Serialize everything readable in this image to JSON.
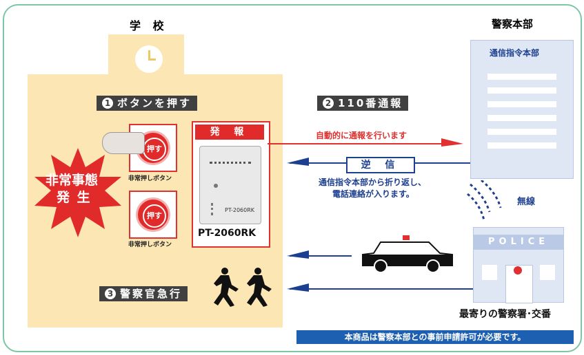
{
  "school": {
    "title": "学 校",
    "step1": "ボタンを押す",
    "step1_num": "1",
    "button_text": "押す",
    "button_label": "非常押しボタン",
    "emergency": [
      "非常事態",
      "発 生"
    ]
  },
  "device": {
    "header": "発 報",
    "panel_text": "PT-2060RK",
    "model": "PT-2060RK"
  },
  "comm": {
    "step2_num": "2",
    "step2": "110番通報",
    "auto_report": "自動的に通報を行います",
    "callback_title": "逆 信",
    "callback_desc": [
      "通信指令本部から折り返し、",
      "電話連絡が入ります。"
    ]
  },
  "hq": {
    "title": "警察本部",
    "center": "通信指令本部",
    "wireless": "無線"
  },
  "police": {
    "sign": "POLICE",
    "station": "最寄りの警察署･交番"
  },
  "step3": {
    "num": "3",
    "label": "警察官急行"
  },
  "footer": "本商品は警察本部との事前申請許可が必要です。",
  "colors": {
    "school_bg": "#fbe6b4",
    "red": "#e03030",
    "blue": "#1d3f8f",
    "dark": "#404040",
    "frame": "#7cc6a6"
  }
}
